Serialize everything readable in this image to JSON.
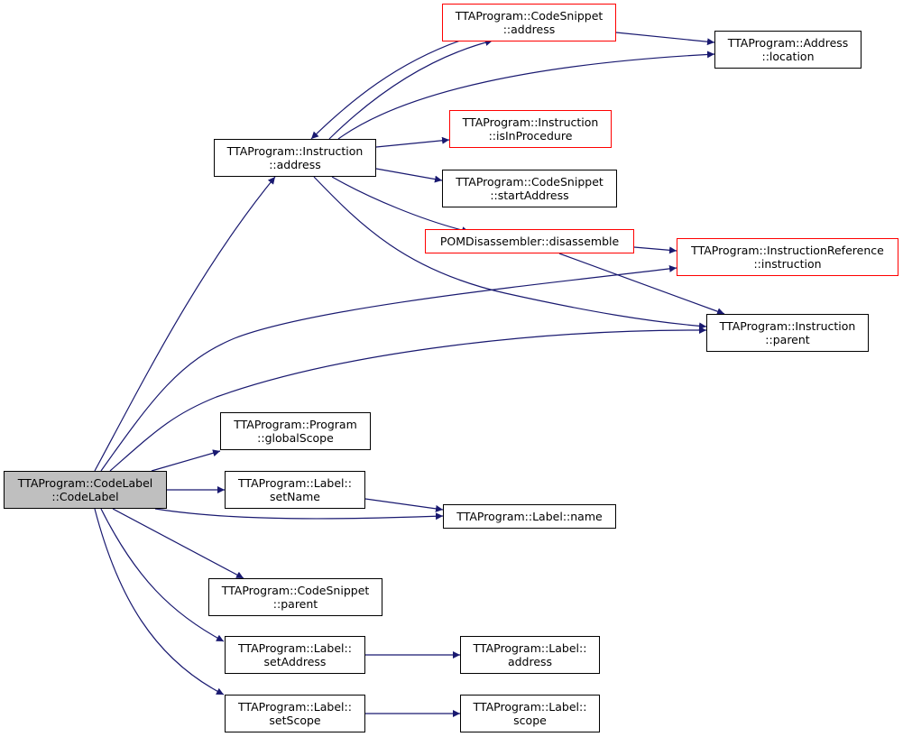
{
  "colors": {
    "edge": "#191970",
    "box_border": "#000000",
    "red_border": "#ff0000",
    "root_fill": "#bfbfbf"
  },
  "nodes": {
    "codelabel": {
      "l1": "TTAProgram::CodeLabel",
      "l2": "::CodeLabel"
    },
    "instr_address": {
      "l1": "TTAProgram::Instruction",
      "l2": "::address"
    },
    "snippet_address": {
      "l1": "TTAProgram::CodeSnippet",
      "l2": "::address"
    },
    "address_location": {
      "l1": "TTAProgram::Address",
      "l2": "::location"
    },
    "instr_isinproc": {
      "l1": "TTAProgram::Instruction",
      "l2": "::isInProcedure"
    },
    "snippet_start": {
      "l1": "TTAProgram::CodeSnippet",
      "l2": "::startAddress"
    },
    "pom_disassemble": {
      "l1": "POMDisassembler::disassemble"
    },
    "instrref_instr": {
      "l1": "TTAProgram::InstructionReference",
      "l2": "::instruction"
    },
    "instr_parent": {
      "l1": "TTAProgram::Instruction",
      "l2": "::parent"
    },
    "program_global": {
      "l1": "TTAProgram::Program",
      "l2": "::globalScope"
    },
    "label_setname": {
      "l1": "TTAProgram::Label::",
      "l2": "setName"
    },
    "label_name": {
      "l1": "TTAProgram::Label::name"
    },
    "snippet_parent": {
      "l1": "TTAProgram::CodeSnippet",
      "l2": "::parent"
    },
    "label_setaddress": {
      "l1": "TTAProgram::Label::",
      "l2": "setAddress"
    },
    "label_address": {
      "l1": "TTAProgram::Label::",
      "l2": "address"
    },
    "label_setscope": {
      "l1": "TTAProgram::Label::",
      "l2": "setScope"
    },
    "label_scope": {
      "l1": "TTAProgram::Label::",
      "l2": "scope"
    }
  }
}
